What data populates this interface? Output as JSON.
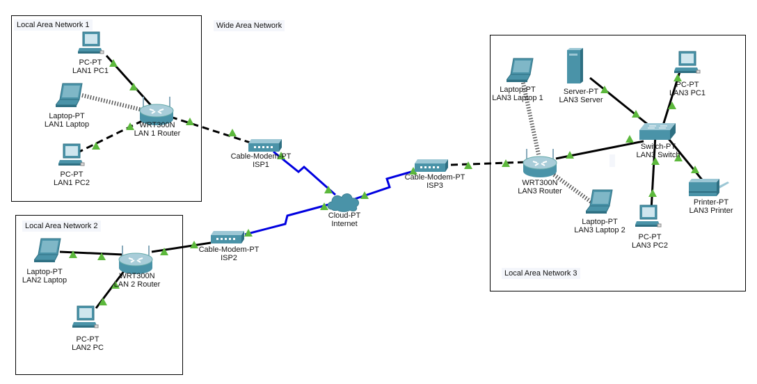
{
  "colors": {
    "ethernet": "#000000",
    "coax": "#0000e0",
    "link_marker": "#5cb83c",
    "device_fill": "#4a93a8",
    "device_light": "#cfe6ee",
    "label_bg": "#f4f6fb"
  },
  "areas": [
    {
      "id": "lan1",
      "label": "Local Area Network 1"
    },
    {
      "id": "wan",
      "label": "Wide Area Network"
    },
    {
      "id": "lan2",
      "label": "Local Area Network 2"
    },
    {
      "id": "lan3",
      "label": "Local Area Network 3"
    }
  ],
  "devices": [
    {
      "id": "lan1_pc1",
      "type": "pc",
      "model": "PC-PT",
      "name": "LAN1 PC1",
      "icon": "pc-icon"
    },
    {
      "id": "lan1_laptop",
      "type": "laptop",
      "model": "Laptop-PT",
      "name": "LAN1 Laptop",
      "icon": "laptop-icon"
    },
    {
      "id": "lan1_router",
      "type": "router",
      "model": "WRT300N",
      "name": "LAN 1 Router",
      "icon": "wireless-router-icon"
    },
    {
      "id": "lan1_pc2",
      "type": "pc",
      "model": "PC-PT",
      "name": "LAN1 PC2",
      "icon": "pc-icon"
    },
    {
      "id": "isp1",
      "type": "modem",
      "model": "Cable-Modem-PT",
      "name": "ISP1",
      "icon": "cable-modem-icon"
    },
    {
      "id": "internet",
      "type": "cloud",
      "model": "Cloud-PT",
      "name": "Internet",
      "icon": "cloud-icon"
    },
    {
      "id": "isp2",
      "type": "modem",
      "model": "Cable-Modem-PT",
      "name": "ISP2",
      "icon": "cable-modem-icon"
    },
    {
      "id": "isp3",
      "type": "modem",
      "model": "Cable-Modem-PT",
      "name": "ISP3",
      "icon": "cable-modem-icon"
    },
    {
      "id": "lan2_laptop",
      "type": "laptop",
      "model": "Laptop-PT",
      "name": "LAN2 Laptop",
      "icon": "laptop-icon"
    },
    {
      "id": "lan2_router",
      "type": "router",
      "model": "WRT300N",
      "name": "LAN 2 Router",
      "icon": "wireless-router-icon"
    },
    {
      "id": "lan2_pc",
      "type": "pc",
      "model": "PC-PT",
      "name": "LAN2 PC",
      "icon": "pc-icon"
    },
    {
      "id": "lan3_laptop1",
      "type": "laptop",
      "model": "Laptop-PT",
      "name": "LAN3 Laptop 1",
      "icon": "laptop-icon"
    },
    {
      "id": "lan3_server",
      "type": "server",
      "model": "Server-PT",
      "name": "LAN3 Server",
      "icon": "server-icon"
    },
    {
      "id": "lan3_pc1",
      "type": "pc",
      "model": "PC-PT",
      "name": "LAN3 PC1",
      "icon": "pc-icon"
    },
    {
      "id": "lan3_switch",
      "type": "switch",
      "model": "Switch-PT",
      "name": "LAN3 Switch",
      "icon": "switch-icon"
    },
    {
      "id": "lan3_router",
      "type": "router",
      "model": "WRT300N",
      "name": "LAN3 Router",
      "icon": "wireless-router-icon"
    },
    {
      "id": "lan3_laptop2",
      "type": "laptop",
      "model": "Laptop-PT",
      "name": "LAN3 Laptop 2",
      "icon": "laptop-icon"
    },
    {
      "id": "lan3_pc2",
      "type": "pc",
      "model": "PC-PT",
      "name": "LAN3 PC2",
      "icon": "pc-icon"
    },
    {
      "id": "lan3_printer",
      "type": "printer",
      "model": "Printer-PT",
      "name": "LAN3 Printer",
      "icon": "printer-icon"
    }
  ],
  "links": [
    {
      "from": "lan1_pc1",
      "to": "lan1_router",
      "cable": "straight"
    },
    {
      "from": "lan1_laptop",
      "to": "lan1_router",
      "cable": "wireless"
    },
    {
      "from": "lan1_pc2",
      "to": "lan1_router",
      "cable": "crossover"
    },
    {
      "from": "lan1_router",
      "to": "isp1",
      "cable": "crossover"
    },
    {
      "from": "isp1",
      "to": "internet",
      "cable": "coaxial"
    },
    {
      "from": "isp2",
      "to": "internet",
      "cable": "coaxial"
    },
    {
      "from": "isp3",
      "to": "internet",
      "cable": "coaxial"
    },
    {
      "from": "lan2_laptop",
      "to": "lan2_router",
      "cable": "straight"
    },
    {
      "from": "lan2_pc",
      "to": "lan2_router",
      "cable": "straight"
    },
    {
      "from": "lan2_router",
      "to": "isp2",
      "cable": "straight"
    },
    {
      "from": "isp3",
      "to": "lan3_router",
      "cable": "crossover"
    },
    {
      "from": "lan3_laptop1",
      "to": "lan3_router",
      "cable": "wireless"
    },
    {
      "from": "lan3_laptop2",
      "to": "lan3_router",
      "cable": "wireless"
    },
    {
      "from": "lan3_router",
      "to": "lan3_switch",
      "cable": "straight"
    },
    {
      "from": "lan3_server",
      "to": "lan3_switch",
      "cable": "straight"
    },
    {
      "from": "lan3_pc1",
      "to": "lan3_switch",
      "cable": "straight"
    },
    {
      "from": "lan3_pc2",
      "to": "lan3_switch",
      "cable": "straight"
    },
    {
      "from": "lan3_printer",
      "to": "lan3_switch",
      "cable": "straight"
    }
  ]
}
